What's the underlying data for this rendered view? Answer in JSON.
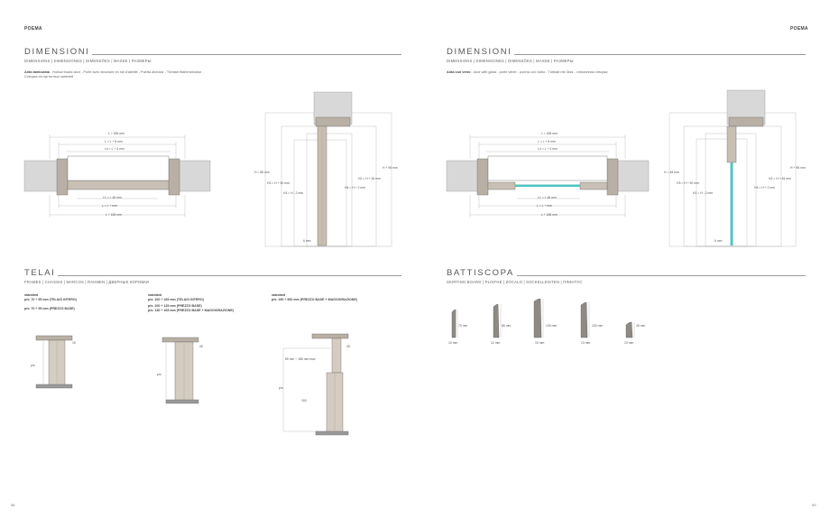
{
  "header": {
    "brand_left": "POEMA",
    "brand_right": "POEMA"
  },
  "pages": {
    "left": "58",
    "right": "59"
  },
  "dimensioni_left": {
    "title": "DIMENSIONI",
    "subtitle": "DIMENSIONS | DIMENSIONES | DIMENSÕES | MASSE | РАЗМЕРЫ",
    "desc_bold": "Anta tamburata",
    "desc_rest": " - Hollow board door - Porte avec structure en nid d'abeille - Puerta alveolar - Türblatt Wabenstruktur -",
    "desc_line2": "Створка из пустотных панелей",
    "plan": {
      "top1": "L = 185 mm",
      "top2": "L  = L + 8  mm",
      "top3": "L4 = L + 4 mm",
      "bot1": "L1 = L   48 mm",
      "bot2": "L   = L +     mm",
      "bot3": "L + 165 mm"
    },
    "section": {
      "h1": "H = 85 mm",
      "h2": "H3 = H + 50 mm",
      "h3": "H1 = H - 2 mm",
      "h4": "H2 = H + 45 mm",
      "h5": "H4 = H + 2 mm",
      "h6": "H + 95 mm",
      "bottom": "6 mm"
    }
  },
  "dimensioni_right": {
    "title": "DIMENSIONI",
    "subtitle": "DIMENSIONS | DIMENSIONES | DIMENSÕES | MASSE | РАЗМЕРЫ",
    "desc_bold": "Anta con vetro",
    "desc_rest": " - door with glass - porte vitrée - puerta con vidrio - Türblatt mit Glas - стеклянная створка",
    "plan": {
      "top1": "L = 185 mm",
      "top2": "L  = L + 8   mm",
      "top3": "L4 = L + 4 mm",
      "bot1": "L1 = L   48 mm",
      "bot2": "L   = L +     mm",
      "bot3": "L + 165 mm"
    },
    "section": {
      "h1": "H = 45 mm",
      "h2": "H3 = H + 50 mm",
      "h3": "H1 = H - 2 mm",
      "h4": "H2 = H + 45 mm",
      "h5": "H4 = H + 2 mm",
      "h6": "H + 95 mm",
      "bottom": "6 mm"
    }
  },
  "telai": {
    "title": "TELAI",
    "subtitle": "FRAMES | CHASSIS | MARCOS | RAHMEN | ДВЕРНЫЕ КОРОБКИ",
    "col1": {
      "l1": "standard",
      "l2": "p/s: 70 ÷ 95 mm (TELAIO INTERO)",
      "l3": "p/s: 70 ÷ 95 mm (PREZZO BASE)",
      "d1": "p/s",
      "d2": "15"
    },
    "col2": {
      "l1": "standard",
      "l2": "p/s: 100 ÷ 165 mm (TELAIO INTERO)",
      "l3": "p/s: 100 ÷ 125 mm (PREZZO BASE)",
      "l4": "p/s: 130 ÷ 165 mm (PREZZO BASE + MAGGIORAZIONE)",
      "d1": "p/s",
      "d2": "45"
    },
    "col3": {
      "l1": "standard",
      "l2": "p/s: 190 ÷ 500 mm (PREZZO BASE + MAGGIORAZIONE)",
      "d1": "65 mm ÷ 185 mm max",
      "d2": "p/s",
      "d3": "150",
      "d4": "45"
    }
  },
  "battiscopa": {
    "title": "BATTISCOPA",
    "subtitle": "SKIRTING BOARD | PLINTHE | ZÓCALO | SOCKELLEISTEN | ПЛИНТУС",
    "items": [
      {
        "height": "70 mm",
        "thickness": "10 mm"
      },
      {
        "height": "85 mm",
        "thickness": "12 mm"
      },
      {
        "height": "130 mm",
        "thickness": "15 mm"
      },
      {
        "height": "100 mm",
        "thickness": "13 mm"
      },
      {
        "height": "40 mm",
        "thickness": "13 mm"
      }
    ]
  },
  "colors": {
    "glass": "#4fc4c1",
    "wall": "#d8d8d8",
    "wood": "#b8b0a4"
  }
}
